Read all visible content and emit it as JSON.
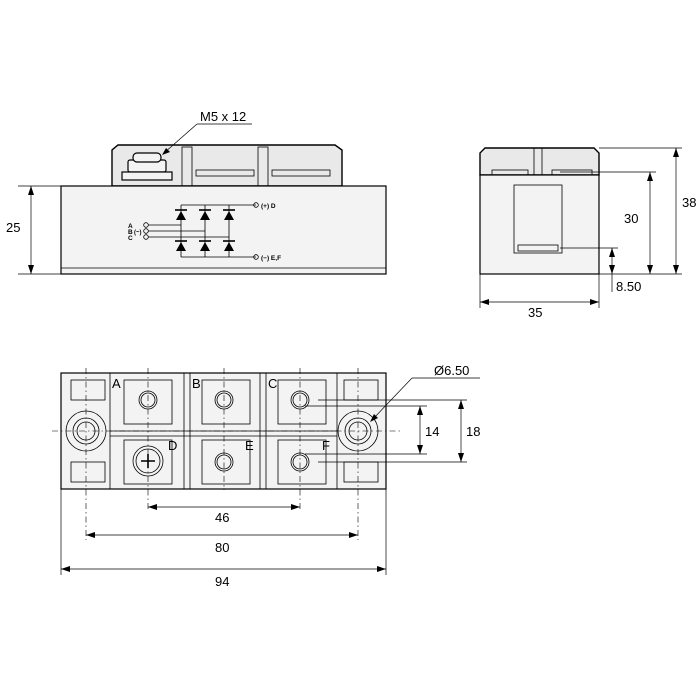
{
  "side_view": {
    "screw_label": "M5 x 12",
    "height_label": "25",
    "schematic": {
      "input_a": "A",
      "input_b": "B",
      "input_b_sign": "(~)",
      "input_c": "C",
      "output_pos": "(+) D",
      "output_neg": "(−) E,F"
    }
  },
  "end_view": {
    "height_outer": "38",
    "height_inner": "30",
    "offset_label": "8.50",
    "width_label": "35"
  },
  "top_view": {
    "terminals": [
      "A",
      "B",
      "C",
      "D",
      "E",
      "F"
    ],
    "hole_diameter": "Ø6.50",
    "pitch_small": "14",
    "pitch_large": "18",
    "span_terminals": "46",
    "span_holes": "80",
    "overall_length": "94"
  }
}
